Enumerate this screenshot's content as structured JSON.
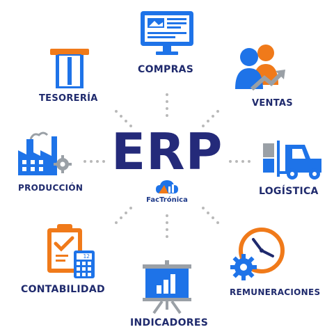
{
  "center": {
    "title": "ERP",
    "brand": "FacTrónica",
    "brand_logo_icon": "cloud-logo-icon"
  },
  "colors": {
    "blue": "#1e73e8",
    "orange": "#f07a1a",
    "navy": "#1f2a6d",
    "gray_dots": "#b8b8b8"
  },
  "modules": [
    {
      "key": "compras",
      "label": "COMPRAS",
      "icon": "monitor-icon"
    },
    {
      "key": "ventas",
      "label": "VENTAS",
      "icon": "users-chart-icon"
    },
    {
      "key": "logistica",
      "label": "LOGÍSTICA",
      "icon": "forklift-icon"
    },
    {
      "key": "remuneraciones",
      "label": "REMUNERACIONES",
      "icon": "clock-gear-icon"
    },
    {
      "key": "indicadores",
      "label": "INDICADORES",
      "icon": "presentation-board-icon"
    },
    {
      "key": "contabilidad",
      "label": "CONTABILIDAD",
      "icon": "clipboard-calculator-icon"
    },
    {
      "key": "produccion",
      "label": "PRODUCCIÓN",
      "icon": "factory-icon"
    },
    {
      "key": "tesoreria",
      "label": "TESORERÍA",
      "icon": "atm-card-icon"
    }
  ],
  "calculator_display": "12"
}
